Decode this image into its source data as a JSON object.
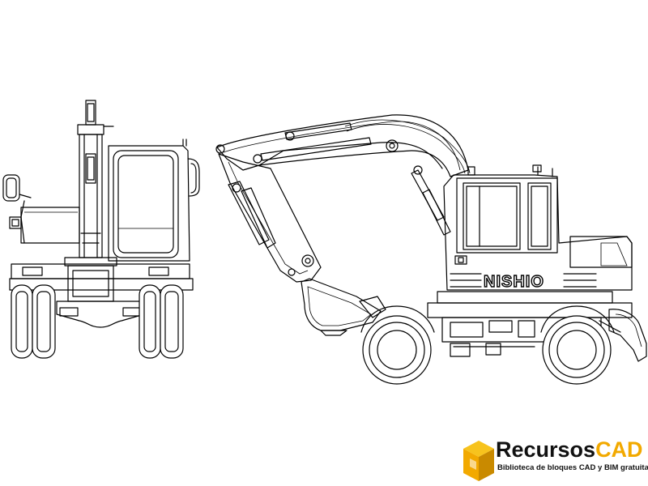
{
  "drawing": {
    "side_view_label": "NISHIO"
  },
  "watermark": {
    "name_part1": "Recursos",
    "name_part2": "CAD",
    "tagline": "Biblioteca de bloques CAD y BIM gratuita",
    "colors": {
      "accent": "#f2a900",
      "dark": "#111111"
    },
    "icon": "cube-logo-icon"
  }
}
